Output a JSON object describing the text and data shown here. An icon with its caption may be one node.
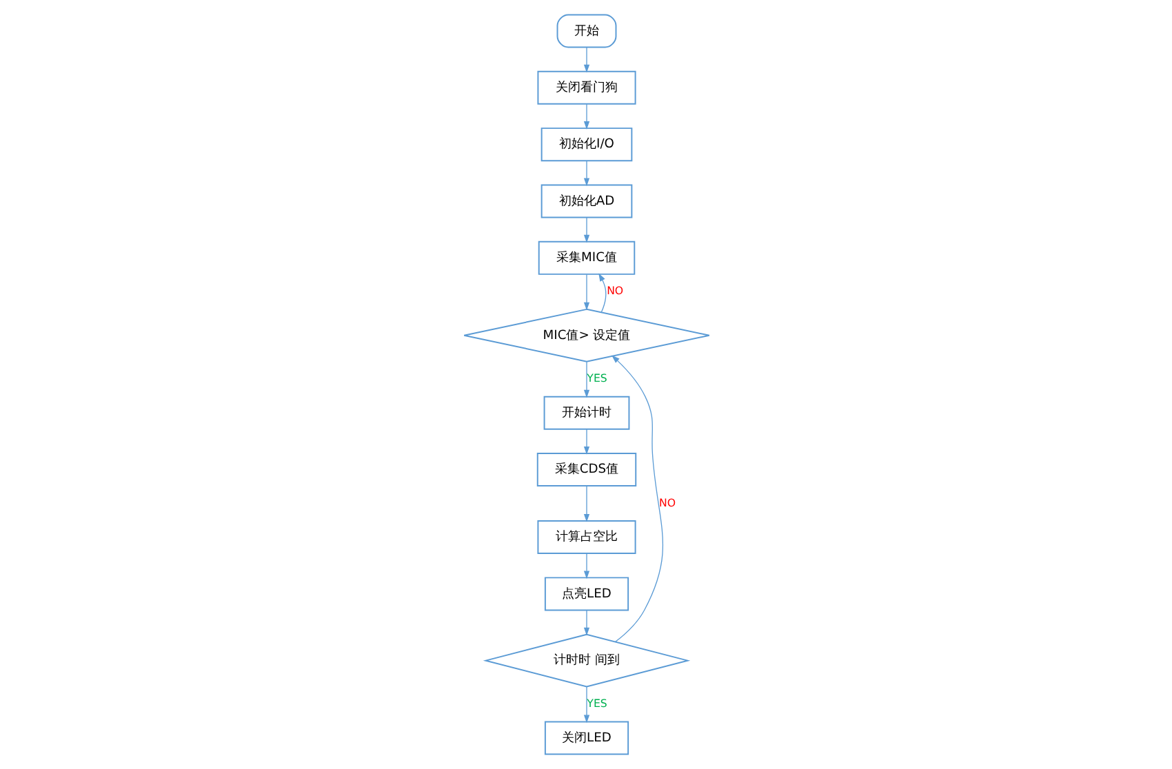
{
  "diagram": {
    "nodes": [
      {
        "text": [
          "开始"
        ]
      },
      {
        "text": [
          "关闭看门狗"
        ]
      },
      {
        "text": [
          "初始化I/O"
        ]
      },
      {
        "text": [
          "初始化AD"
        ]
      },
      {
        "text": [
          "采集MIC值"
        ]
      },
      {
        "text": [
          "MIC值> 设定值"
        ]
      },
      {
        "text": [
          "开始计时"
        ]
      },
      {
        "text": [
          "采集CDS值"
        ]
      },
      {
        "text": [
          "计算占空比"
        ]
      },
      {
        "text": [
          "点亮LED"
        ]
      },
      {
        "text": [
          "计时时 间到"
        ]
      },
      {
        "text": [
          "关闭LED"
        ]
      }
    ],
    "edges": [
      {
        "from": 0,
        "to": 1,
        "arrow": "to"
      },
      {
        "from": 1,
        "to": 2,
        "arrow": "to"
      },
      {
        "from": 2,
        "to": 3,
        "arrow": "to"
      },
      {
        "from": 3,
        "to": 4,
        "arrow": "to"
      },
      {
        "from": 4,
        "to": 5,
        "arrow": "to"
      },
      {
        "from": 5,
        "to": 4,
        "arrow": "to",
        "label": "NO"
      },
      {
        "from": 5,
        "to": 6,
        "arrow": "to",
        "label": "YES"
      },
      {
        "from": 6,
        "to": 7,
        "arrow": "to"
      },
      {
        "from": 7,
        "to": 8,
        "arrow": "to"
      },
      {
        "from": 8,
        "to": 9,
        "arrow": "to"
      },
      {
        "from": 9,
        "to": 10,
        "arrow": "to"
      },
      {
        "from": 10,
        "to": 5,
        "arrow": "to",
        "label": "NO"
      },
      {
        "from": 10,
        "to": 11,
        "arrow": "to",
        "label": "YES"
      }
    ]
  }
}
